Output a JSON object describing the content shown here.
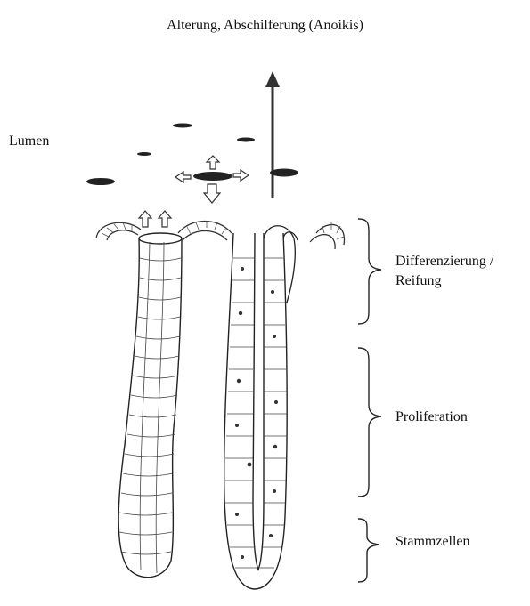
{
  "diagram": {
    "title": "Alterung, Abschilferung (Anoikis)",
    "lumen_label": "Lumen",
    "zones": [
      {
        "id": "differentiation",
        "label_line1": "Differenzierung /",
        "label_line2": "Reifung"
      },
      {
        "id": "proliferation",
        "label": "Proliferation"
      },
      {
        "id": "stem-cells",
        "label": "Stammzellen"
      }
    ]
  }
}
